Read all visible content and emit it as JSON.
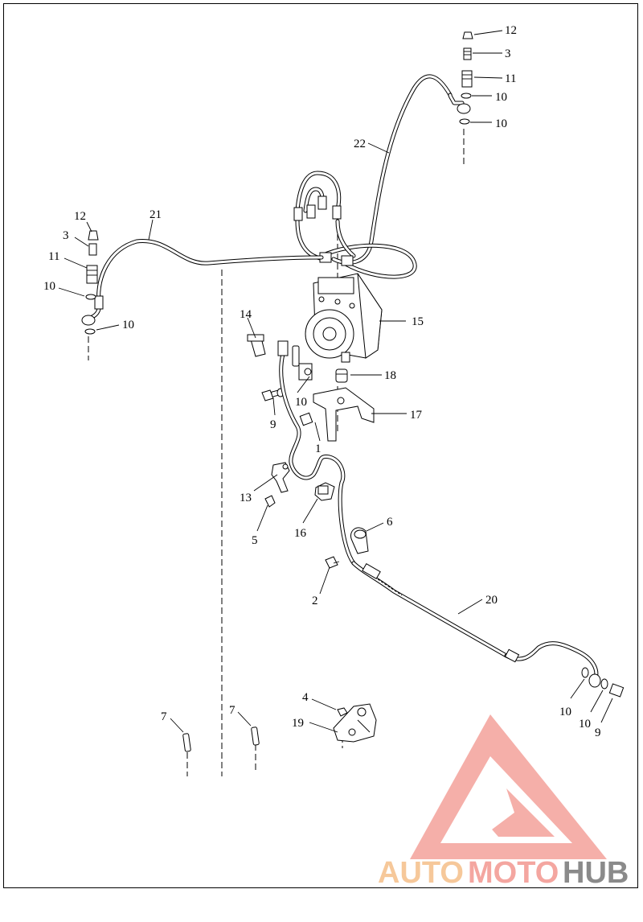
{
  "callouts": {
    "c12_top": "12",
    "c3_top": "3",
    "c11_top": "11",
    "c10_top_a": "10",
    "c10_top_b": "10",
    "c22": "22",
    "c21": "21",
    "c12_left": "12",
    "c3_left": "3",
    "c11_left": "11",
    "c10_left_a": "10",
    "c10_left_b": "10",
    "c14": "14",
    "c15": "15",
    "c18": "18",
    "c10_mid": "10",
    "c9_mid": "9",
    "c17": "17",
    "c1": "1",
    "c13": "13",
    "c5": "5",
    "c16": "16",
    "c6": "6",
    "c2": "2",
    "c20": "20",
    "c10_br_a": "10",
    "c10_br_b": "10",
    "c9_br": "9",
    "c4": "4",
    "c19": "19",
    "c7_a": "7",
    "c7_b": "7"
  },
  "watermark": {
    "part1": "AUTO",
    "part2": "MOTO",
    "part3": "HUB",
    "color_red": "#f4a6a0",
    "color_orange": "#f6c89a",
    "color_gray": "#8a8a8a"
  }
}
